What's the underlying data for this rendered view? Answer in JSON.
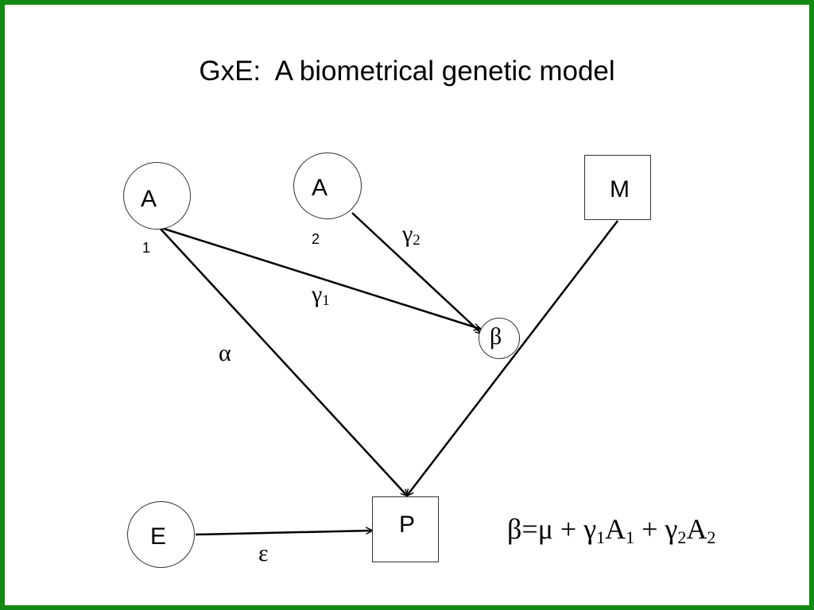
{
  "title": "GxE:  A biometrical genetic model",
  "nodes": {
    "a1": {
      "label": "A",
      "sub": "1"
    },
    "a2": {
      "label": "A",
      "sub": "2"
    },
    "m": {
      "label": "M"
    },
    "beta": {
      "label": "β"
    },
    "e": {
      "label": "E"
    },
    "p": {
      "label": "P"
    }
  },
  "paths": {
    "gamma1": {
      "symbol": "γ",
      "sub": "1"
    },
    "gamma2": {
      "symbol": "γ",
      "sub": "2"
    },
    "alpha": {
      "symbol": "α"
    },
    "epsilon": {
      "symbol": "ε"
    }
  },
  "equation": {
    "lhs": "β=μ + γ",
    "sub1": "1",
    "a1": "A",
    "sub2": "1",
    "plus": " + γ",
    "sub3": "2",
    "a2": "A",
    "sub4": "2"
  },
  "colors": {
    "border": "#138a13",
    "ink": "#000000"
  }
}
